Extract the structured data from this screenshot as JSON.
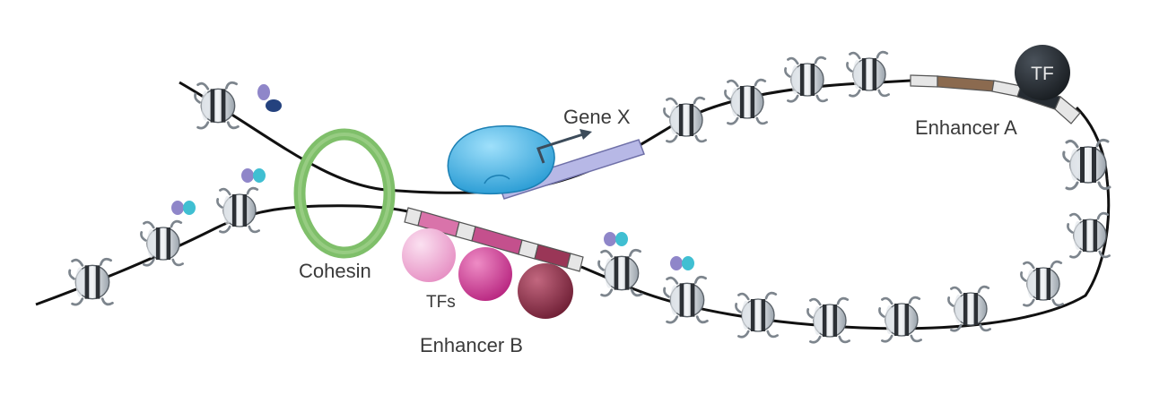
{
  "labels": {
    "gene": "Gene X",
    "enhancer_a": "Enhancer A",
    "enhancer_b": "Enhancer B",
    "cohesin": "Cohesin",
    "tfs": "TFs",
    "tf": "TF"
  },
  "colors": {
    "dna": "#111111",
    "nucleosome_light": "#dfe4e9",
    "nucleosome_mid": "#a9b1ba",
    "nucleosome_band": "#2c3035",
    "tail": "#7d858d",
    "cohesin": "#7fbf6a",
    "polymerase": "#3fb3e6",
    "gene_body": "#b7b8e6",
    "enhancer_a_core": "#8b6a4f",
    "enhancer_b_core": "#c4508d",
    "tf_dark": "#262c33",
    "tf_light_pink": "#f2a7d4",
    "tf_magenta": "#cf3995",
    "tf_maroon": "#8c2f48",
    "mark_purple": "#8f86c9",
    "mark_teal": "#40bfd2",
    "mark_navy": "#24427e"
  },
  "icons": [
    "nucleosome-icon",
    "cohesin-ring-icon",
    "rna-polymerase-icon",
    "transcription-arrow-icon",
    "histone-mark-icon"
  ]
}
